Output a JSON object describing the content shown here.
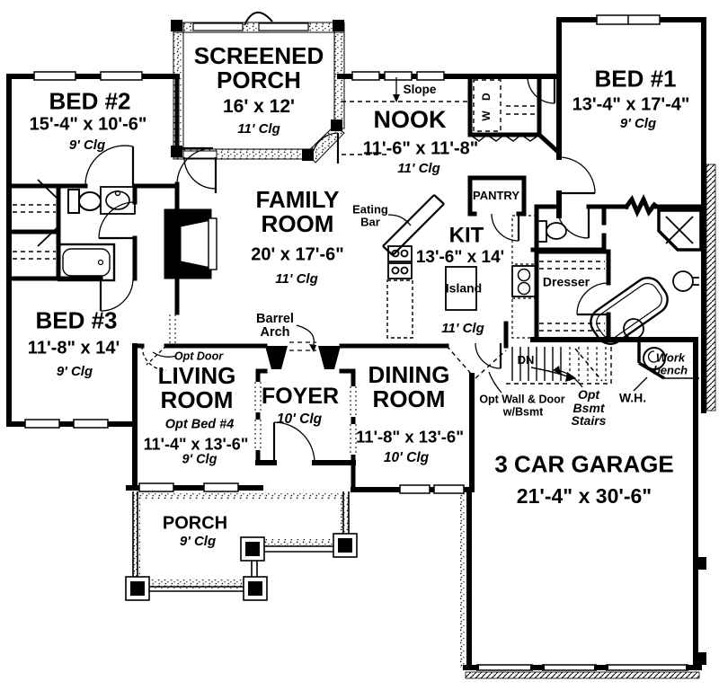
{
  "colors": {
    "ink": "#000000",
    "paper": "#ffffff"
  },
  "rooms": {
    "bed2": {
      "name": "BED #2",
      "dims": "15'-4\" x 10'-6\"",
      "ceiling": "9' Clg"
    },
    "screened_porch": {
      "name": "SCREENED PORCH",
      "dims": "16' x 12'",
      "ceiling": "11' Clg"
    },
    "nook": {
      "name": "NOOK",
      "dims": "11'-6\" x 11'-8\"",
      "ceiling": "11' Clg"
    },
    "bed1": {
      "name": "BED #1",
      "dims": "13'-4\" x 17'-4\"",
      "ceiling": "9' Clg"
    },
    "family_room": {
      "name": "FAMILY ROOM",
      "dims": "20' x 17'-6\"",
      "ceiling": "11' Clg"
    },
    "kitchen": {
      "name": "KIT",
      "dims": "13'-6\" x 14'",
      "ceiling": "11' Clg"
    },
    "bed3": {
      "name": "BED #3",
      "dims": "11'-8\" x 14'",
      "ceiling": "9' Clg"
    },
    "living_room": {
      "name": "LIVING ROOM",
      "option": "Opt Bed #4",
      "dims": "11'-4\" x 13'-6\"",
      "ceiling": "9' Clg"
    },
    "foyer": {
      "name": "FOYER",
      "ceiling": "10' Clg"
    },
    "dining_room": {
      "name": "DINING ROOM",
      "dims": "11'-8\" x 13'-6\"",
      "ceiling": "10' Clg"
    },
    "garage": {
      "name": "3 CAR GARAGE",
      "dims": "21'-4\" x 30'-6\""
    },
    "porch": {
      "name": "PORCH",
      "ceiling": "9' Clg"
    }
  },
  "annotations": {
    "slope": "Slope",
    "eating_bar": "Eating Bar",
    "pantry": "PANTRY",
    "island": "Island",
    "dresser": "Dresser",
    "barrel_arch": "Barrel Arch",
    "opt_door": "Opt Door",
    "down": "DN",
    "opt_wall_door": "Opt Wall & Door",
    "opt_wall_door_2": "w/Bsmt",
    "opt_bsmt_stairs": "Opt Bsmt Stairs",
    "water_heater": "W.H.",
    "work_bench": "Work bench",
    "washer_dryer": "W D"
  }
}
